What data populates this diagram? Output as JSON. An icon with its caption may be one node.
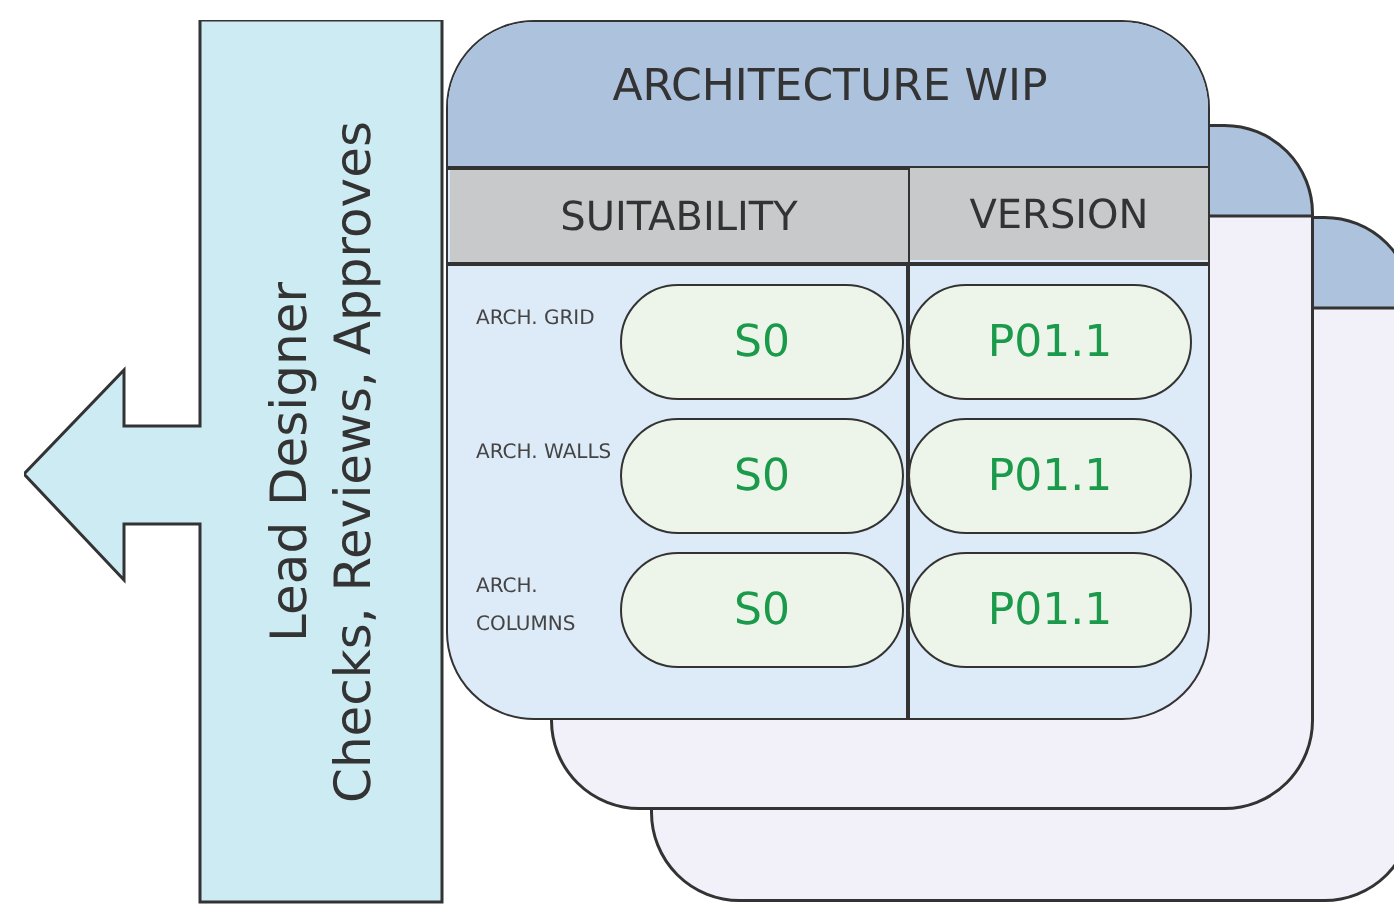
{
  "diagram": {
    "nodes": [
      {
        "text": [
          "Lead Designer",
          "Checks, Reviews, Approves"
        ]
      },
      {
        "text": [
          "ARCHITECTURE WIP"
        ]
      },
      {
        "text": [
          "SUITABILITY"
        ],
        "in": 1
      },
      {
        "text": [
          "VERSION"
        ]
      },
      {
        "text": [
          "S0"
        ]
      },
      {
        "text": [
          "P01.1"
        ]
      },
      {
        "text": [
          "S0"
        ]
      },
      {
        "text": [
          "P01.1"
        ]
      },
      {
        "text": [
          "S0"
        ]
      },
      {
        "text": [
          "P01.1"
        ]
      },
      {
        "text": [],
        "shape": "box"
      },
      {
        "text": [],
        "shape": "box"
      }
    ],
    "edges": [],
    "labels": [
      "ARCH. GRID",
      "ARCH. WALLS",
      "ARCH. COLUMNS"
    ]
  }
}
